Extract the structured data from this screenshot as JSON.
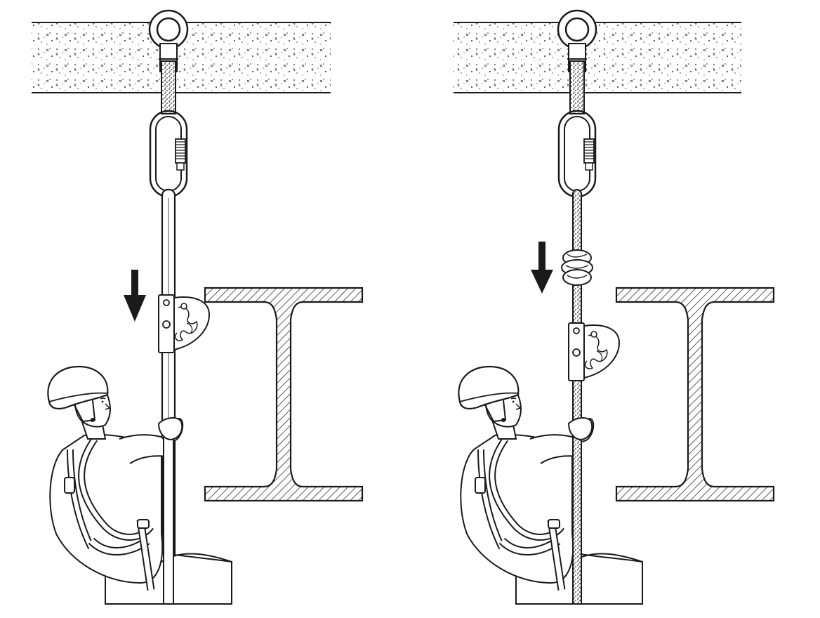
{
  "figure": {
    "panels": [
      {
        "id": "left",
        "rope_type": "rigid-lifeline",
        "stopper": "none",
        "arrow_direction": "down"
      },
      {
        "id": "right",
        "rope_type": "rope-lifeline",
        "stopper": "knot",
        "arrow_direction": "down"
      }
    ],
    "colors": {
      "ink": "#1a1a1a",
      "paper": "#ffffff",
      "hatch": "#333333",
      "concrete_speckle": "#2a2a2a"
    }
  }
}
